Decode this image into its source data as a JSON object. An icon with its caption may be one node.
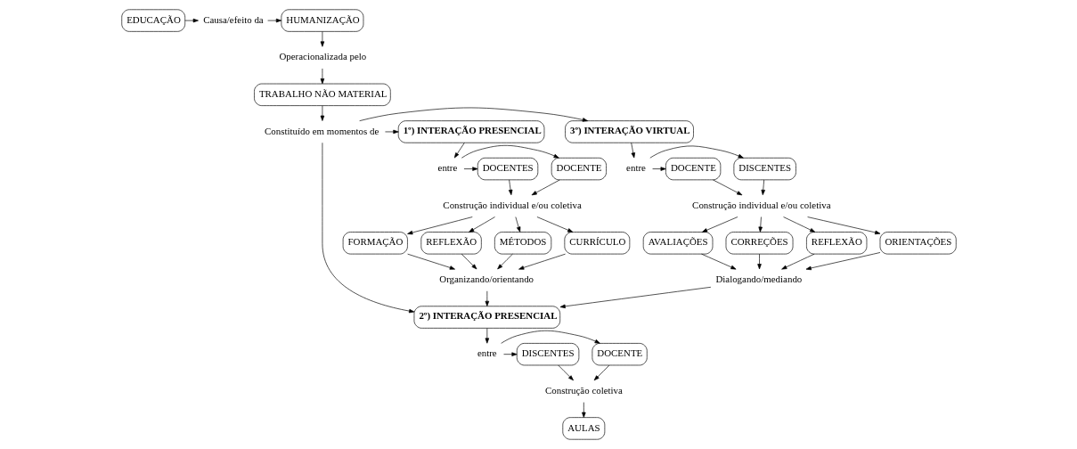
{
  "diagram": {
    "nodes": [
      {
        "text": [
          "EDUCAÇÃO"
        ]
      },
      {
        "text": [
          "Causa/efeito da"
        ]
      },
      {
        "text": [
          "HUMANIZAÇÃO"
        ]
      },
      {
        "text": [
          "Operacionalizada pelo"
        ]
      },
      {
        "text": [
          "TRABALHO NÃO MATERIAL"
        ]
      },
      {
        "text": [
          "Constituído em momentos de"
        ]
      },
      {
        "text": [
          "1º) INTERAÇÃO PRESENCIAL"
        ]
      },
      {
        "text": [
          "3º) INTERAÇÃO VIRTUAL"
        ]
      },
      {
        "text": [
          "entre"
        ]
      },
      {
        "text": [
          "DOCENTE"
        ]
      },
      {
        "text": [
          "DOCENTES"
        ]
      },
      {
        "text": [
          "Construção individual e/ou coletiva"
        ]
      },
      {
        "text": [
          "CURRÍCULO"
        ]
      },
      {
        "text": [
          "FORMAÇÃO"
        ]
      },
      {
        "text": [
          "REFLEXÃO"
        ]
      },
      {
        "text": [
          "MÉTODOS"
        ]
      },
      {
        "text": [
          "Organizando/orientando"
        ]
      },
      {
        "text": [
          "entre"
        ]
      },
      {
        "text": [
          "DISCENTES"
        ]
      },
      {
        "text": [
          "DOCENTE"
        ]
      },
      {
        "text": [
          "Construção individual e/ou coletiva"
        ]
      },
      {
        "text": [
          "ORIENTAÇÕES"
        ]
      },
      {
        "text": [
          "AVALIAÇÕES"
        ]
      },
      {
        "text": [
          "CORREÇÕES"
        ]
      },
      {
        "text": [
          "REFLEXÃO"
        ]
      },
      {
        "text": [
          "Dialogando/mediando"
        ]
      },
      {
        "text": [
          "2º) INTERAÇÃO PRESENCIAL"
        ]
      },
      {
        "text": [
          "entre"
        ]
      },
      {
        "text": [
          "DOCENTE"
        ]
      },
      {
        "text": [
          "DISCENTES"
        ]
      },
      {
        "text": [
          "Construção coletiva"
        ]
      },
      {
        "text": [
          "AULAS"
        ]
      }
    ],
    "edges": [
      {
        "from": 0,
        "to": 1,
        "arrow": "to"
      },
      {
        "from": 1,
        "to": 2,
        "arrow": "to"
      },
      {
        "from": 2,
        "to": 3,
        "arrow": "to"
      },
      {
        "from": 3,
        "to": 4,
        "arrow": "to"
      },
      {
        "from": 4,
        "to": 5,
        "arrow": "to"
      },
      {
        "from": 5,
        "to": 6,
        "arrow": "to"
      },
      {
        "from": 5,
        "to": 7,
        "arrow": "to"
      },
      {
        "from": 5,
        "to": 26,
        "arrow": "to"
      },
      {
        "from": 6,
        "to": 8,
        "arrow": "to"
      },
      {
        "from": 8,
        "to": 9,
        "arrow": "to"
      },
      {
        "from": 8,
        "to": 10,
        "arrow": "to"
      },
      {
        "from": 9,
        "to": 11,
        "arrow": "to"
      },
      {
        "from": 10,
        "to": 11,
        "arrow": "to"
      },
      {
        "from": 11,
        "to": 12,
        "arrow": "to"
      },
      {
        "from": 11,
        "to": 13,
        "arrow": "to"
      },
      {
        "from": 11,
        "to": 14,
        "arrow": "to"
      },
      {
        "from": 11,
        "to": 15,
        "arrow": "to"
      },
      {
        "from": 12,
        "to": 16,
        "arrow": "to"
      },
      {
        "from": 13,
        "to": 16,
        "arrow": "to"
      },
      {
        "from": 14,
        "to": 16,
        "arrow": "to"
      },
      {
        "from": 15,
        "to": 16,
        "arrow": "to"
      },
      {
        "from": 16,
        "to": 26,
        "arrow": "to"
      },
      {
        "from": 7,
        "to": 17,
        "arrow": "to"
      },
      {
        "from": 17,
        "to": 18,
        "arrow": "to"
      },
      {
        "from": 17,
        "to": 19,
        "arrow": "to"
      },
      {
        "from": 18,
        "to": 20,
        "arrow": "to"
      },
      {
        "from": 19,
        "to": 20,
        "arrow": "to"
      },
      {
        "from": 20,
        "to": 21,
        "arrow": "to"
      },
      {
        "from": 20,
        "to": 22,
        "arrow": "to"
      },
      {
        "from": 20,
        "to": 23,
        "arrow": "to"
      },
      {
        "from": 20,
        "to": 24,
        "arrow": "to"
      },
      {
        "from": 21,
        "to": 25,
        "arrow": "to"
      },
      {
        "from": 22,
        "to": 25,
        "arrow": "to"
      },
      {
        "from": 23,
        "to": 25,
        "arrow": "to"
      },
      {
        "from": 24,
        "to": 25,
        "arrow": "to"
      },
      {
        "from": 25,
        "to": 26,
        "arrow": "to"
      },
      {
        "from": 26,
        "to": 27,
        "arrow": "to"
      },
      {
        "from": 27,
        "to": 28,
        "arrow": "to"
      },
      {
        "from": 27,
        "to": 29,
        "arrow": "to"
      },
      {
        "from": 28,
        "to": 30,
        "arrow": "to"
      },
      {
        "from": 29,
        "to": 30,
        "arrow": "to"
      },
      {
        "from": 30,
        "to": 31,
        "arrow": "to"
      }
    ]
  }
}
